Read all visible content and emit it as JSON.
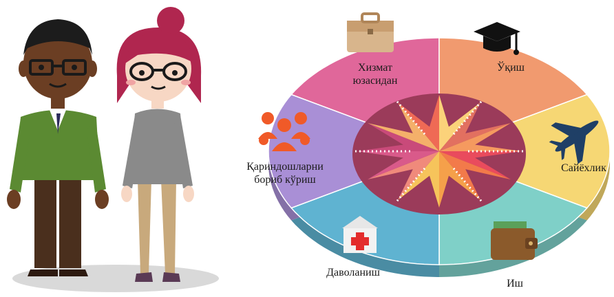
{
  "segments": [
    {
      "key": "service",
      "label_lines": [
        "Хизмат",
        "юзасидан"
      ],
      "color": "#e0679a",
      "icon": "briefcase-icon"
    },
    {
      "key": "study",
      "label_lines": [
        "Ўқиш"
      ],
      "color": "#f19a6f",
      "icon": "graduation-cap-icon"
    },
    {
      "key": "travel",
      "label_lines": [
        "Сайёхлик"
      ],
      "color": "#f6d774",
      "icon": "airplane-icon"
    },
    {
      "key": "work",
      "label_lines": [
        "Иш"
      ],
      "color": "#7fd0c8",
      "icon": "wallet-icon"
    },
    {
      "key": "treatment",
      "label_lines": [
        "Даволаниш"
      ],
      "color": "#5fb3d1",
      "icon": "hospital-icon"
    },
    {
      "key": "relatives",
      "label_lines": [
        "Қариндошларни",
        "бориб кўриш"
      ],
      "color": "#a98fd6",
      "icon": "people-group-icon"
    }
  ],
  "colors": {
    "man_sweater": "#5b8a32",
    "man_pants": "#4a2f1d",
    "man_skin": "#6b3e23",
    "woman_sweater": "#8a8a8a",
    "woman_pants": "#c8a97c",
    "woman_hair": "#b0264f",
    "woman_skin": "#f7d7c4",
    "ground": "#d9d9d9"
  }
}
